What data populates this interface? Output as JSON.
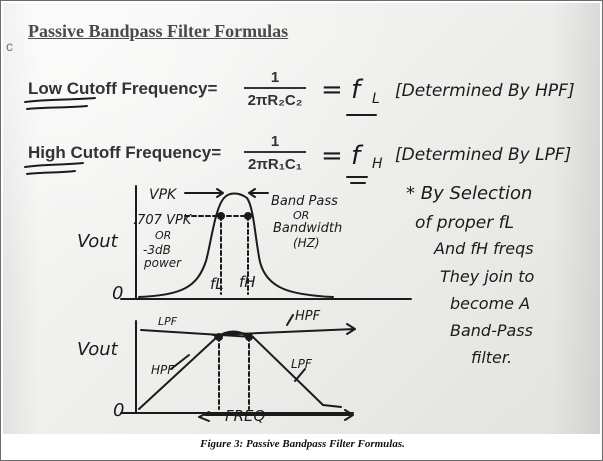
{
  "document": {
    "heading": "Passive Bandpass Filter Formulas",
    "low_label": "Low Cutoff Frequency=",
    "high_label": "High Cutoff Frequency=",
    "low_formula": {
      "numerator": "1",
      "denominator": "2πR₂C₂"
    },
    "high_formula": {
      "numerator": "1",
      "denominator": "2πR₁C₁"
    },
    "caption": "Figure 3:  Passive Bandpass Filter Formulas."
  },
  "handwriting": {
    "eq_low": "= f",
    "sub_low": "L",
    "note_low": "[Determined By HPF]",
    "eq_high": "= f",
    "sub_high": "H",
    "note_high": "[Determined By LPF]",
    "vpk": "VPK",
    "vpk707": ".707 VPK",
    "or": "OR",
    "minus3db": "-3dB",
    "power": "power",
    "bandpass": "Band Pass",
    "or2": "OR",
    "bandwidth": "Bandwidth",
    "hz": "(HZ)",
    "vout_top": "Vout",
    "vout_bottom": "Vout",
    "zero_top": "0",
    "zero_bottom": "0",
    "fl_axis": "fL",
    "fh_axis": "fH",
    "lpf_top": "LPF",
    "hpf_top": "HPF",
    "hpf_left": "HPF",
    "lpf_right": "LPF",
    "freq": "FREQ",
    "note_lines": [
      "* By Selection",
      "of proper fL",
      "And fH freqs",
      "They join to",
      "become A",
      "Band-Pass",
      "filter."
    ]
  },
  "colors": {
    "ink": "#1b1b1b",
    "paper": "#eeeeec",
    "print": "#333333"
  }
}
